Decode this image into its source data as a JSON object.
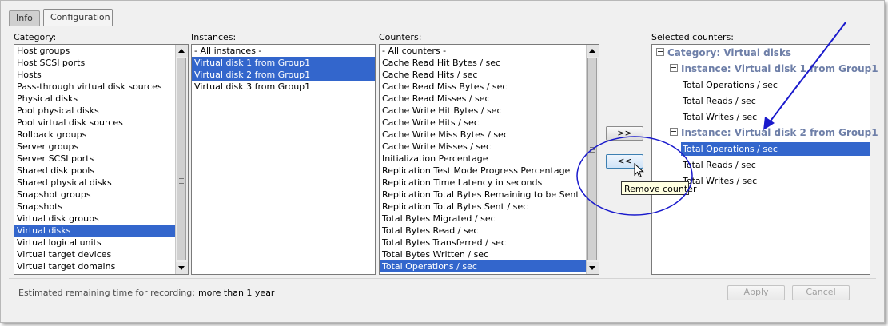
{
  "tabs": [
    {
      "label": "Info",
      "active": false
    },
    {
      "label": "Configuration",
      "active": true
    }
  ],
  "category": {
    "label": "Category:",
    "items": [
      "Host groups",
      "Host SCSI ports",
      "Hosts",
      "Pass-through virtual disk sources",
      "Physical disks",
      "Pool physical disks",
      "Pool virtual disk sources",
      "Rollback groups",
      "Server groups",
      "Server SCSI ports",
      "Shared disk pools",
      "Shared physical disks",
      "Snapshot groups",
      "Snapshots",
      "Virtual disk groups",
      "Virtual disks",
      "Virtual logical units",
      "Virtual target devices",
      "Virtual target domains"
    ],
    "selected_index": 15
  },
  "instances": {
    "label": "Instances:",
    "items": [
      "- All instances -",
      "Virtual disk 1 from Group1",
      "Virtual disk 2 from Group1",
      "Virtual disk 3 from Group1"
    ],
    "selected_indices": [
      1,
      2
    ]
  },
  "counters": {
    "label": "Counters:",
    "items": [
      "- All counters -",
      "Cache Read Hit Bytes / sec",
      "Cache Read Hits / sec",
      "Cache Read Miss Bytes / sec",
      "Cache Read Misses / sec",
      "Cache Write Hit Bytes / sec",
      "Cache Write Hits / sec",
      "Cache Write Miss Bytes / sec",
      "Cache Write Misses / sec",
      "Initialization Percentage",
      "Replication Test Mode Progress Percentage",
      "Replication Time Latency in seconds",
      "Replication Total Bytes Remaining to be Sent",
      "Replication Total Bytes Sent / sec",
      "Total Bytes Migrated / sec",
      "Total Bytes Read / sec",
      "Total Bytes Transferred / sec",
      "Total Bytes Written / sec",
      "Total Operations / sec"
    ],
    "selected_index": 18
  },
  "selected_counters": {
    "label": "Selected counters:",
    "category": "Category: Virtual disks",
    "instances": [
      {
        "label": "Instance: Virtual disk 1 from Group1",
        "counters": [
          "Total Operations / sec",
          "Total Reads / sec",
          "Total Writes / sec"
        ]
      },
      {
        "label": "Instance: Virtual disk 2 from Group1",
        "counters": [
          "Total Operations / sec",
          "Total Reads / sec",
          "Total Writes / sec"
        ]
      }
    ]
  },
  "buttons": {
    "add": ">>",
    "remove": "<<",
    "apply": "Apply",
    "cancel": "Cancel"
  },
  "tooltip": "Remove counter",
  "status": {
    "key": "Estimated remaining time for recording:",
    "value": "more than 1 year"
  },
  "annotation_color": "#1a1acc",
  "selection_color": "#3366cc",
  "icons": [
    "minus-expander-icon",
    "scroll-up-icon",
    "scroll-down-icon",
    "mouse-pointer-icon"
  ]
}
